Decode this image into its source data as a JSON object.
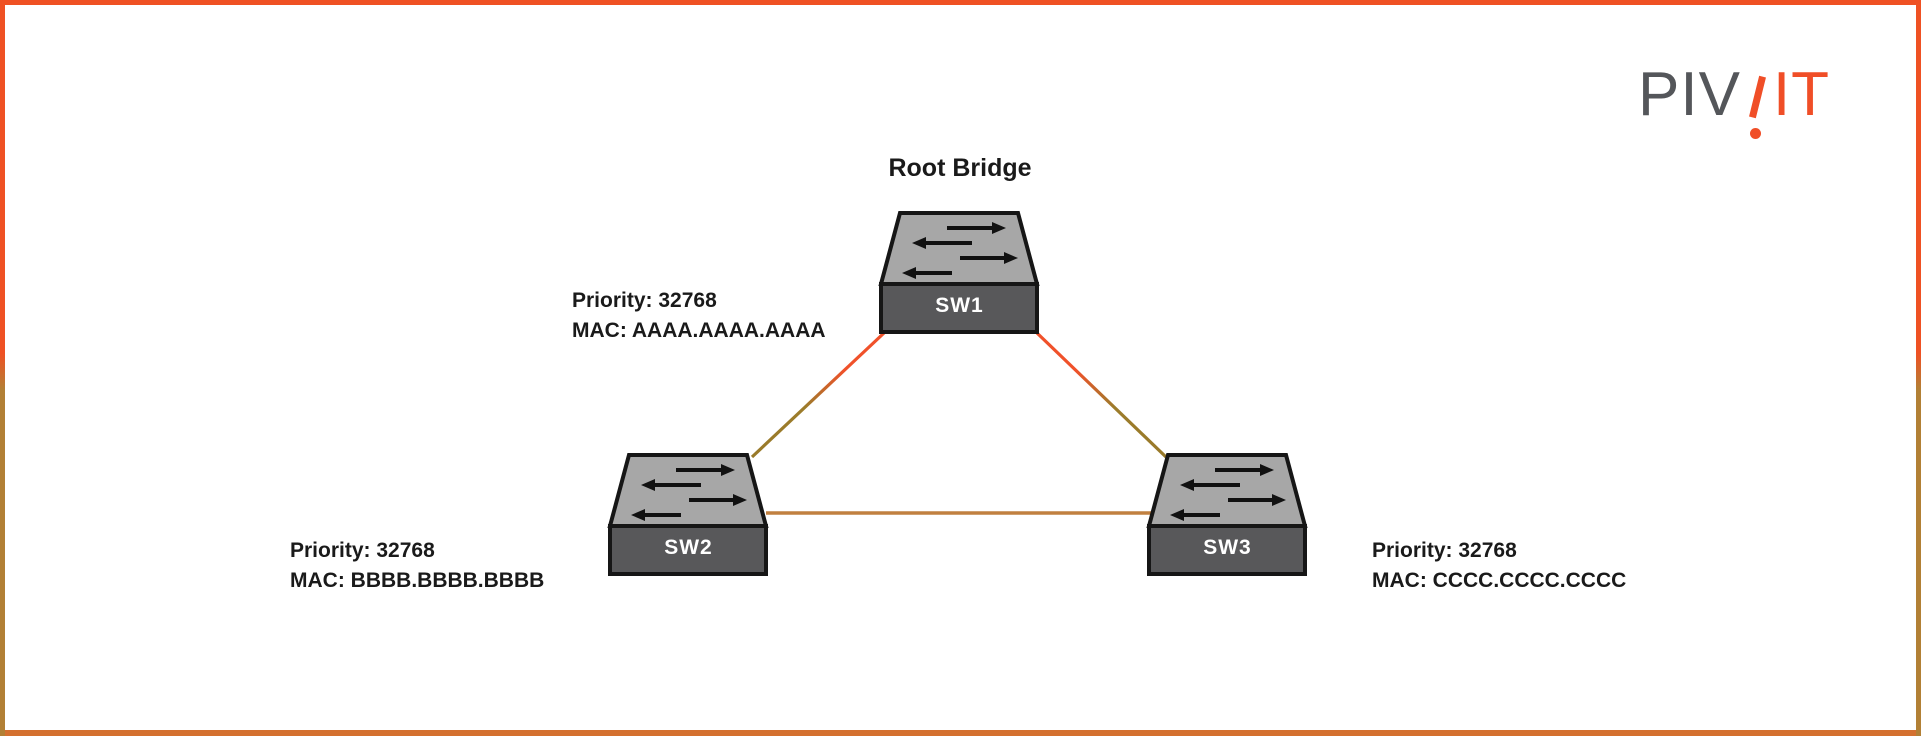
{
  "frame": {
    "top_color": "#ef5123",
    "bottom_color": "#d4702f",
    "side_gradient_top": "#ef5123",
    "side_gradient_bottom": "#b28035"
  },
  "logo": {
    "gray_text": "PIV",
    "orange_text": "IT",
    "gray_color": "#54565a",
    "orange_color": "#f04e27"
  },
  "diagram": {
    "root_bridge_label": "Root Bridge",
    "switches": [
      {
        "name": "SW1",
        "label": "SW1",
        "priority": "Priority: 32768",
        "mac": "MAC: AAAA.AAAA.AAAA"
      },
      {
        "name": "SW2",
        "label": "SW2",
        "priority": "Priority: 32768",
        "mac": "MAC: BBBB.BBBB.BBBB"
      },
      {
        "name": "SW3",
        "label": "SW3",
        "priority": "Priority: 32768",
        "mac": "MAC: CCCC.CCCC.CCCC"
      }
    ],
    "links": [
      {
        "name": "sw1-sw2",
        "color_start": "#f0512a",
        "color_end": "#997a2a"
      },
      {
        "name": "sw1-sw3",
        "color_start": "#f0512a",
        "color_end": "#997a2a"
      },
      {
        "name": "sw2-sw3",
        "color": "#c18040"
      }
    ],
    "switch_colors": {
      "top_face": "#a7a7a7",
      "front_face": "#58585a",
      "outline": "#161616",
      "arrow": "#111111"
    }
  }
}
